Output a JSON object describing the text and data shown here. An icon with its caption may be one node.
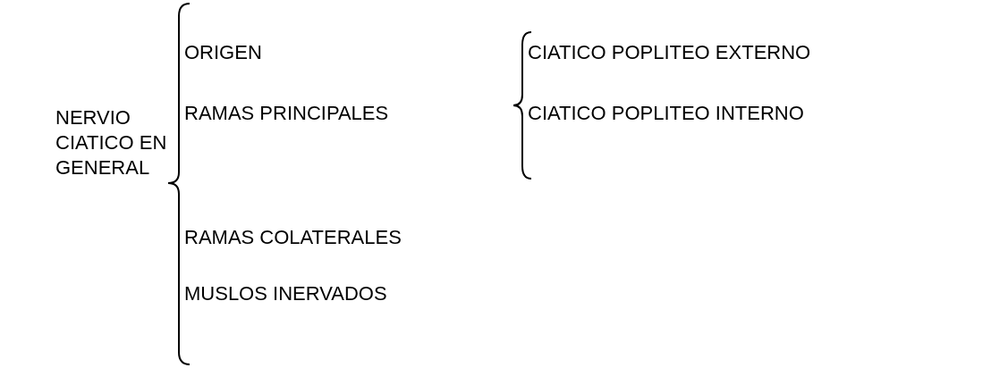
{
  "diagram": {
    "nodes": [
      {
        "text": [
          "NERVIO CIATICO EN GENERAL"
        ]
      },
      {
        "text": [
          "ORIGEN"
        ]
      },
      {
        "text": [
          "RAMAS PRINCIPALES"
        ]
      },
      {
        "text": [
          "RAMAS COLATERALES"
        ]
      },
      {
        "text": [
          "MUSLOS INERVADOS"
        ]
      },
      {
        "text": [
          "CIATICO POPLITEO EXTERNO"
        ]
      },
      {
        "text": [
          "CIATICO POPLITEO INTERNO"
        ]
      }
    ]
  }
}
